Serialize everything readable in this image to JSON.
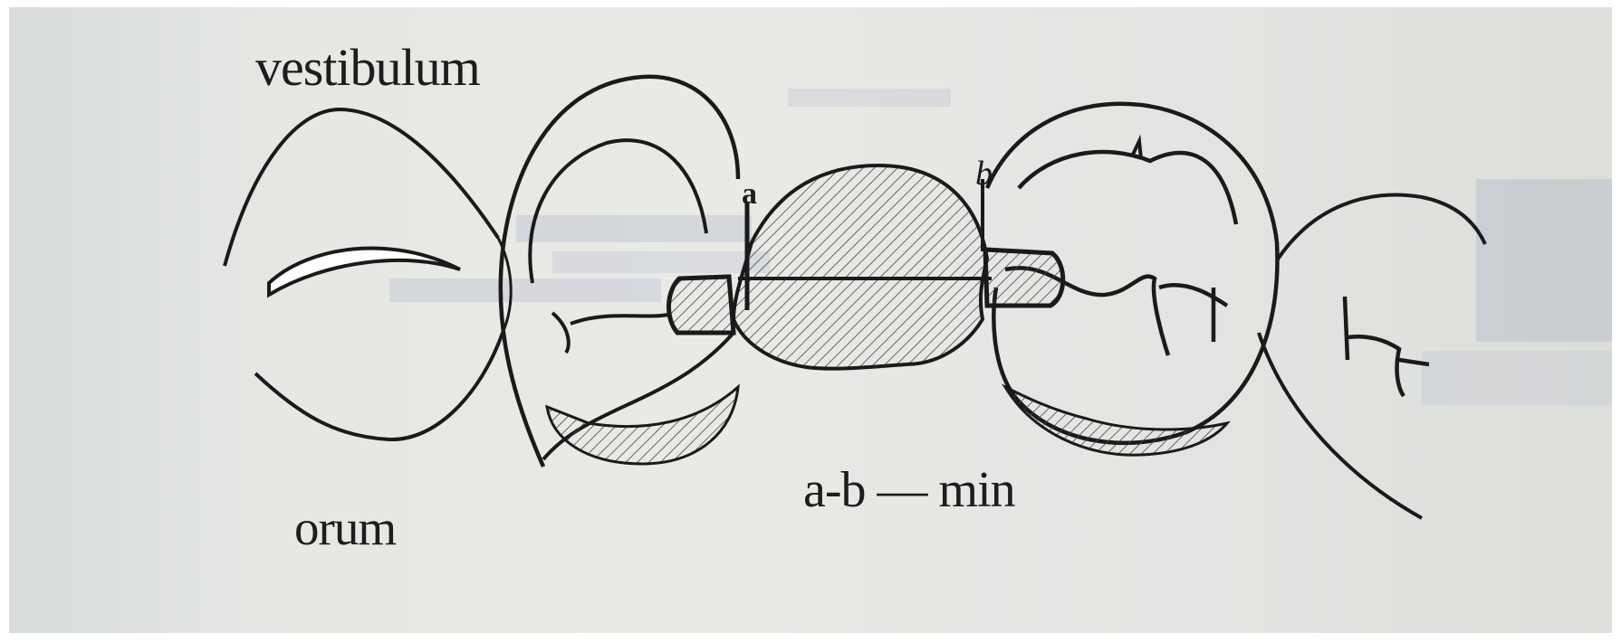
{
  "labels": {
    "vestibulum": "vestibulum",
    "orum": "orum",
    "caption": "a-b — min",
    "point_a": "a",
    "point_b": "b"
  },
  "colors": {
    "ink": "#1a1a1a",
    "paper": "#e6e8e4",
    "hatch": "#333333"
  }
}
